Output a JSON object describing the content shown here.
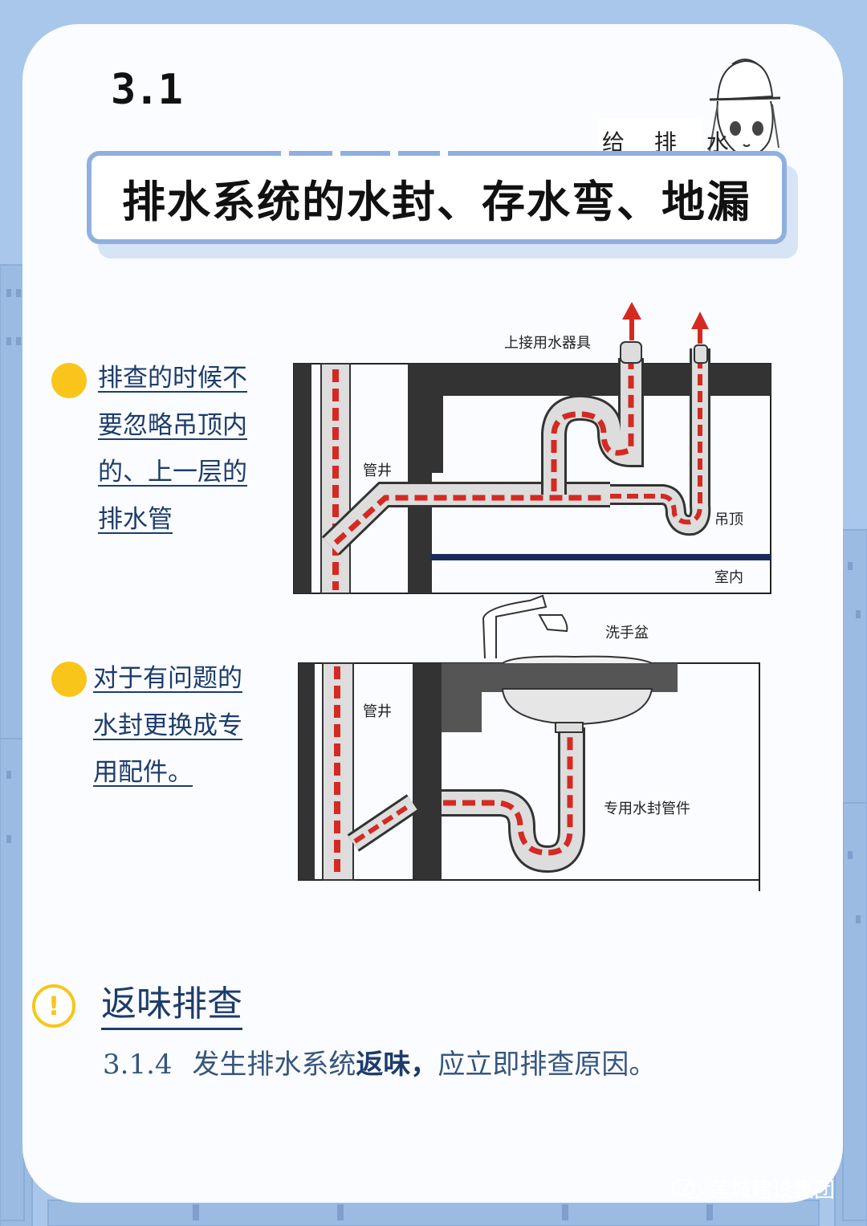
{
  "header": {
    "section_number": "3.1",
    "badge_label": "给 排 水",
    "title": "排水系统的水封、存水弯、地漏"
  },
  "bullets": [
    {
      "lines": [
        "排查的时候不",
        "要忽略吊顶内",
        "的、上一层的",
        "排水管"
      ]
    },
    {
      "lines": [
        "对于有问题的",
        "水封更换成专",
        "用配件。"
      ]
    }
  ],
  "diagram_top": {
    "label_fixture": "上接用水器具",
    "label_shaft": "管井",
    "label_ceiling": "吊顶",
    "label_indoor": "室内"
  },
  "diagram_bottom": {
    "label_basin": "洗手盆",
    "label_shaft": "管井",
    "label_trap": "专用水封管件"
  },
  "notice": {
    "title": "返味排查",
    "clause_number": "3.1.4",
    "text_before": "发生排水系统",
    "text_bold": "返味，",
    "text_after": "应立即排查原因。"
  },
  "footer": {
    "brand": "莲城建设集团"
  },
  "colors": {
    "accent_blue": "#1d3c6c",
    "bullet_yellow": "#f9c51a",
    "flow_red": "#d42a22",
    "frame_blue": "#8fb0de"
  }
}
